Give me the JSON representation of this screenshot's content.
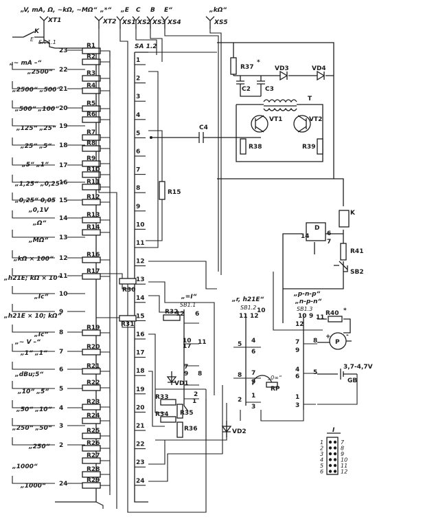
{
  "top_terminals": [
    "„V, mA, Ω, ~kΩ, ~MΩ“",
    "XT1",
    "„*“",
    "XT2",
    "„E",
    "C",
    "B",
    "E“",
    "XS1",
    "XS2",
    "XS3",
    "XS4",
    "„kΩ“",
    "XS5"
  ],
  "switch_labels": {
    "k_contact": "K",
    "sa_left": "SA 1.1",
    "sa_right": "SA 1.2",
    "sb11": "SB1.1",
    "sb12": "SB1.2",
    "sb13": "SB1.3",
    "sb2": "SB2"
  },
  "range_labels": [
    "„~  mA –“",
    "„2500“",
    "„2500“ „500“",
    "„500“ „100“",
    "„125“ „25“",
    "„25“ „5“",
    "„5“ „1“",
    "„1,25“ „0,25“",
    "„0,25“ 0,05",
    "„0,1V",
    "„Ω“",
    "„MΩ“",
    "„kΩ × 100“",
    "„h21E; kΩ × 10“",
    "„Ic“",
    "„h21E × 10; kΩ“",
    "„Ic“",
    "„~ V –“",
    "„1“ „1“",
    "„dBu;5“",
    "„10“ „5“",
    "„50“ „10“",
    "„250“ „50“",
    "„250“",
    "„1000“",
    "„1000“"
  ],
  "left_numbers": [
    "23",
    "22",
    "21",
    "20",
    "19",
    "18",
    "17",
    "16",
    "15",
    "14",
    "13",
    "12",
    "11",
    "10",
    "9",
    "8",
    "7",
    "6",
    "5",
    "4",
    "3",
    "2",
    "24"
  ],
  "right_numbers": [
    "1",
    "2",
    "3",
    "4",
    "5",
    "6",
    "7",
    "8",
    "9",
    "10",
    "11",
    "12",
    "13",
    "14",
    "15",
    "16",
    "17",
    "18",
    "19",
    "20",
    "21",
    "22",
    "23",
    "24"
  ],
  "left_resistors": [
    "R1",
    "R2",
    "R3",
    "R4",
    "R5",
    "R6",
    "R7",
    "R8",
    "R9",
    "R10",
    "R11",
    "R12",
    "R13",
    "R14",
    "R16",
    "R17",
    "R19",
    "R20",
    "R21",
    "R22",
    "R23",
    "R24",
    "R25",
    "R26",
    "R27",
    "R28",
    "R29"
  ],
  "mid_components": {
    "r15": "R15",
    "r30": "R30",
    "r31": "R31",
    "r32": "R32",
    "r33": "R33",
    "r34": "R34",
    "r35": "R35",
    "r36": "R36",
    "vd1": "VD1",
    "vd2": "VD2",
    "rp": "RP"
  },
  "right_components": {
    "r37": "R37",
    "r37_mark": "*",
    "vd3": "VD3",
    "vd4": "VD4",
    "c2": "C2",
    "c3": "C3",
    "t": "T",
    "vt1": "VT1",
    "vt2": "VT2",
    "c4": "C4",
    "r38": "R38",
    "r39": "R39",
    "k": "K",
    "d": "D",
    "r41": "R41",
    "r40": "R40",
    "r40_mark": "*",
    "p": "P",
    "gb": "GB",
    "gb_volt": "3,7-4,7V"
  },
  "switch_block_labels": {
    "sb11_title": "„=I“",
    "sb12_title": "„r, h21E“",
    "sb13_title1": "„p-n-p“",
    "sb13_title2": "„n-p-n“",
    "rp_label": "„0∞“"
  },
  "connector": {
    "title": "I",
    "left_pins": [
      "1",
      "2",
      "3",
      "4",
      "5",
      "6"
    ],
    "right_pins": [
      "7",
      "8",
      "9",
      "10",
      "11",
      "12"
    ]
  }
}
